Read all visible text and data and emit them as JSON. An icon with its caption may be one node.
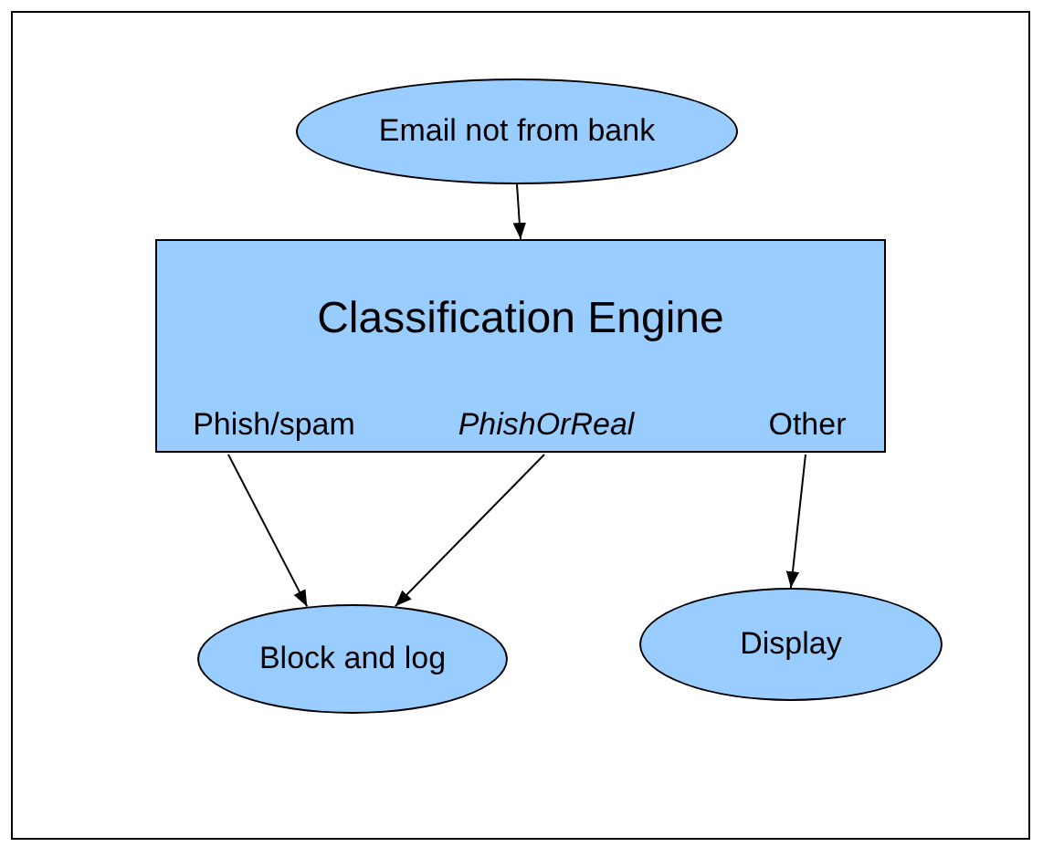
{
  "diagram": {
    "nodes": [
      {
        "text": [
          "Email not from bank"
        ]
      },
      {
        "text": [
          "Classification Engine"
        ]
      },
      {
        "text": [
          "Phish/spam"
        ],
        "in": 1
      },
      {
        "text": [
          "PhishOrReal"
        ],
        "in": 1
      },
      {
        "text": [
          "Other"
        ],
        "in": 1
      },
      {
        "text": [
          "Block and log"
        ]
      },
      {
        "text": [
          "Display"
        ]
      }
    ],
    "edges": [
      {
        "from": 0,
        "to": 1,
        "arrow": "to"
      },
      {
        "from": 2,
        "to": 5,
        "arrow": "to"
      },
      {
        "from": 3,
        "to": 5,
        "arrow": "to"
      },
      {
        "from": 4,
        "to": 6,
        "arrow": "to"
      }
    ]
  }
}
